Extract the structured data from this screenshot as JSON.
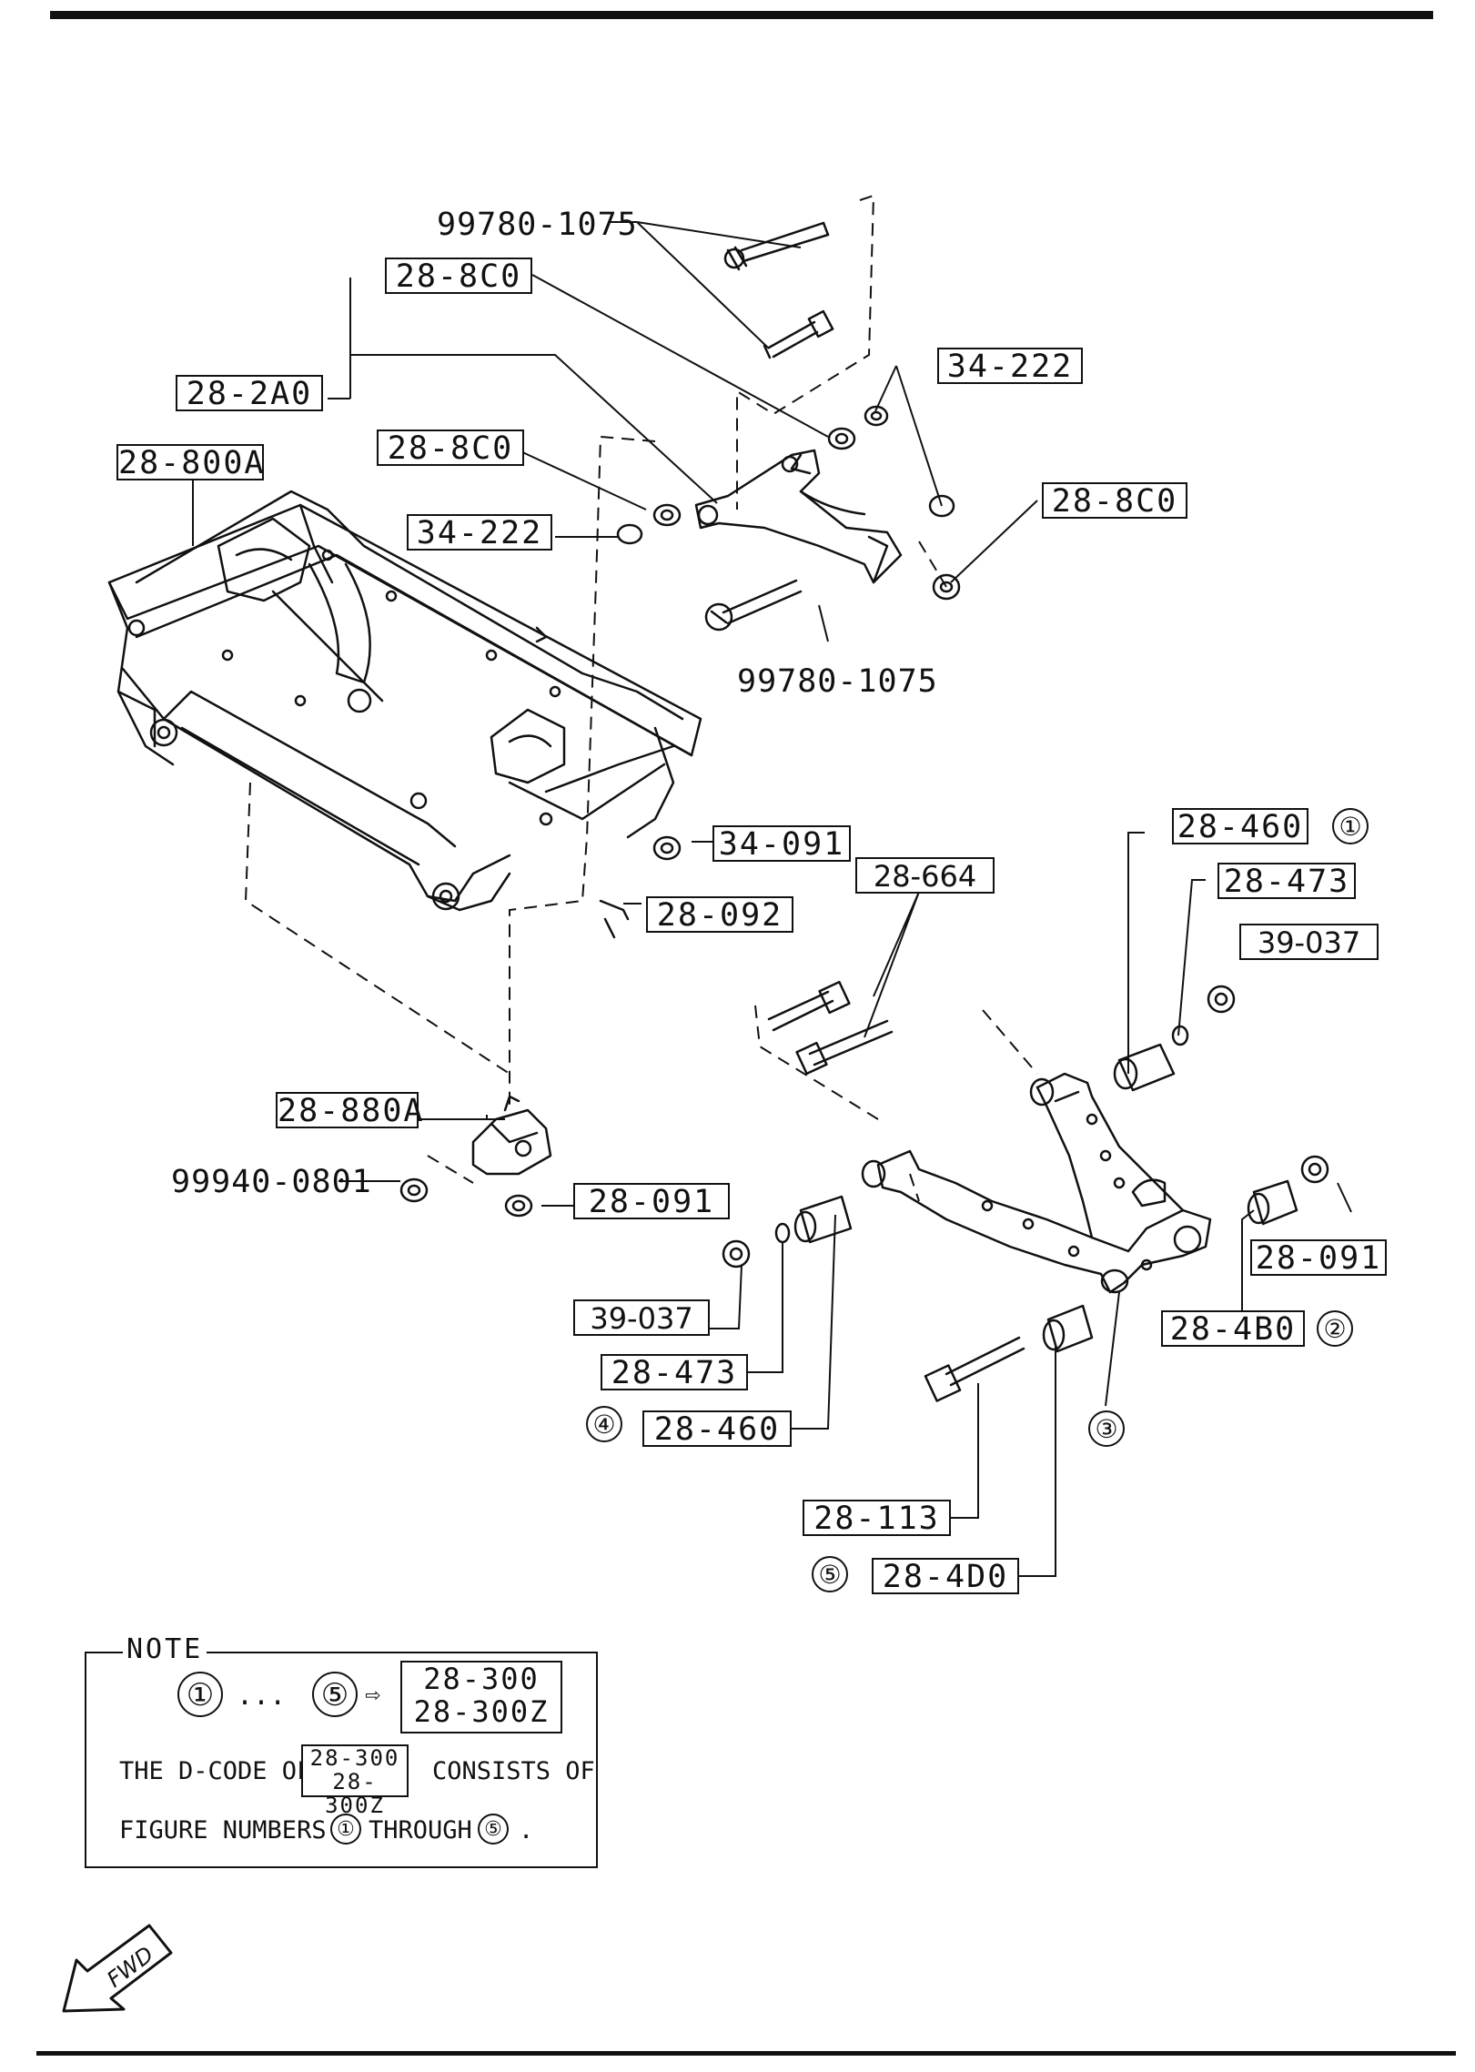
{
  "labels": {
    "bolt_upper_top": "99780-1075",
    "bolt_upper_bottom": "99780-1075",
    "arm_assy": "28-2A0",
    "bush_upper_a": "28-8C0",
    "bush_upper_b": "28-8C0",
    "bush_upper_c": "28-8C0",
    "nut_upper_right": "34-222",
    "nut_upper_left": "34-222",
    "crossmember": "28-800A",
    "nut_crossmember": "34-091",
    "bolt_crossmember": "28-092",
    "bolt_lower": "28-664",
    "bush_lower_1": "28-460",
    "washer_lower_right": "28-473",
    "nut_lower_right": "39-037",
    "mount": "28-880A",
    "nut_mount": "99940-0801",
    "washer_mount": "28-091",
    "washer_lower_rear": "28-091",
    "bush_lower_2": "28-4B0",
    "nut_lower_left": "39-037",
    "washer_lower_left": "28-473",
    "bush_lower_4": "28-460",
    "bolt_lower_rear": "28-113",
    "bush_lower_5": "28-4D0"
  },
  "figure_numbers": {
    "n1": "①",
    "n2": "②",
    "n3": "③",
    "n4": "④",
    "n5": "⑤"
  },
  "note": {
    "title": "NOTE",
    "range_from": "①",
    "dots": "...",
    "range_to": "⑤",
    "arrow": "⇨",
    "code_a": "28-300",
    "code_b": "28-300Z",
    "line1_prefix": "THE D-CODE OF",
    "line1_suffix": "CONSISTS OF",
    "line2_prefix": "FIGURE NUMBERS",
    "line2_middle": "THROUGH",
    "line2_end": "."
  },
  "direction": {
    "fwd": "FWD"
  }
}
